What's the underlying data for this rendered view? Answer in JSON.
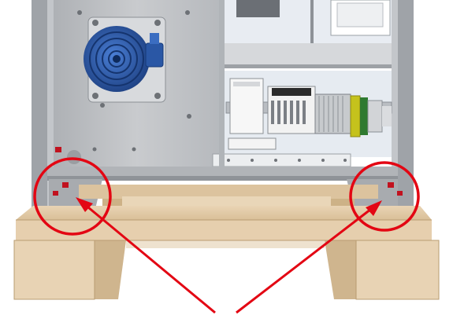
{
  "figure": {
    "highlight_color": "#e30613",
    "panel_color": "#c7c9cc",
    "wood_color": "#e2c9a5",
    "motor_color": "#2f5fb3",
    "icons": [
      "cabinet-panel",
      "electric-motor",
      "din-rail-components",
      "wooden-pallet",
      "highlight-circle",
      "arrow"
    ]
  }
}
